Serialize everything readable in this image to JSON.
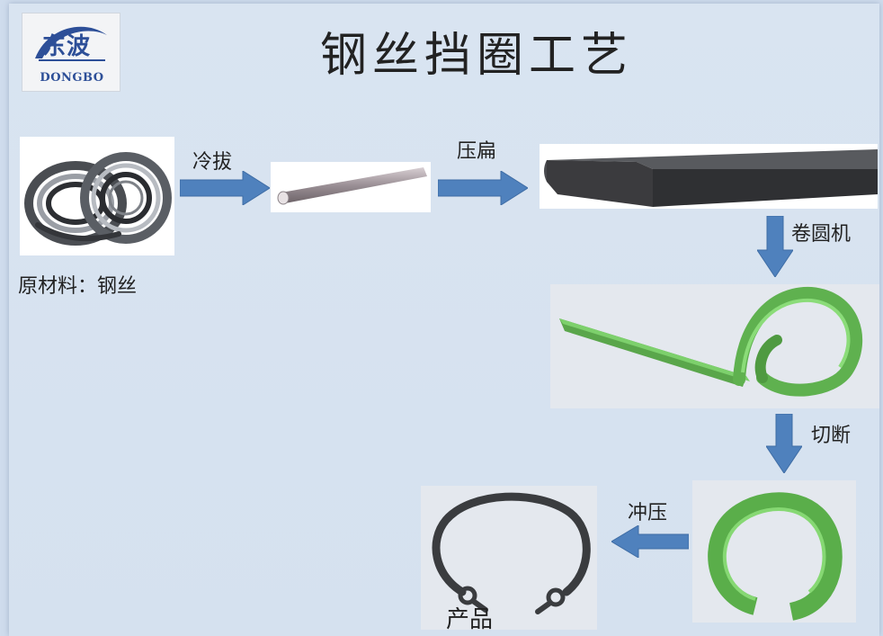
{
  "slide": {
    "title": "钢丝挡圈工艺",
    "logo": {
      "name_cn": "东波",
      "name_en": "DONGBO"
    }
  },
  "steps": {
    "raw_material_label": "原材料：钢丝",
    "cold_drawing": "冷拔",
    "flattening": "压扁",
    "coiling_machine": "卷圆机",
    "cutting": "切断",
    "stamping": "冲压",
    "product": "产品"
  },
  "colors": {
    "arrow": "#4f81bd",
    "coil_green": "#6abf5b",
    "flat_strip": "#3b3b3b",
    "ring_dark": "#3a3c3f"
  }
}
